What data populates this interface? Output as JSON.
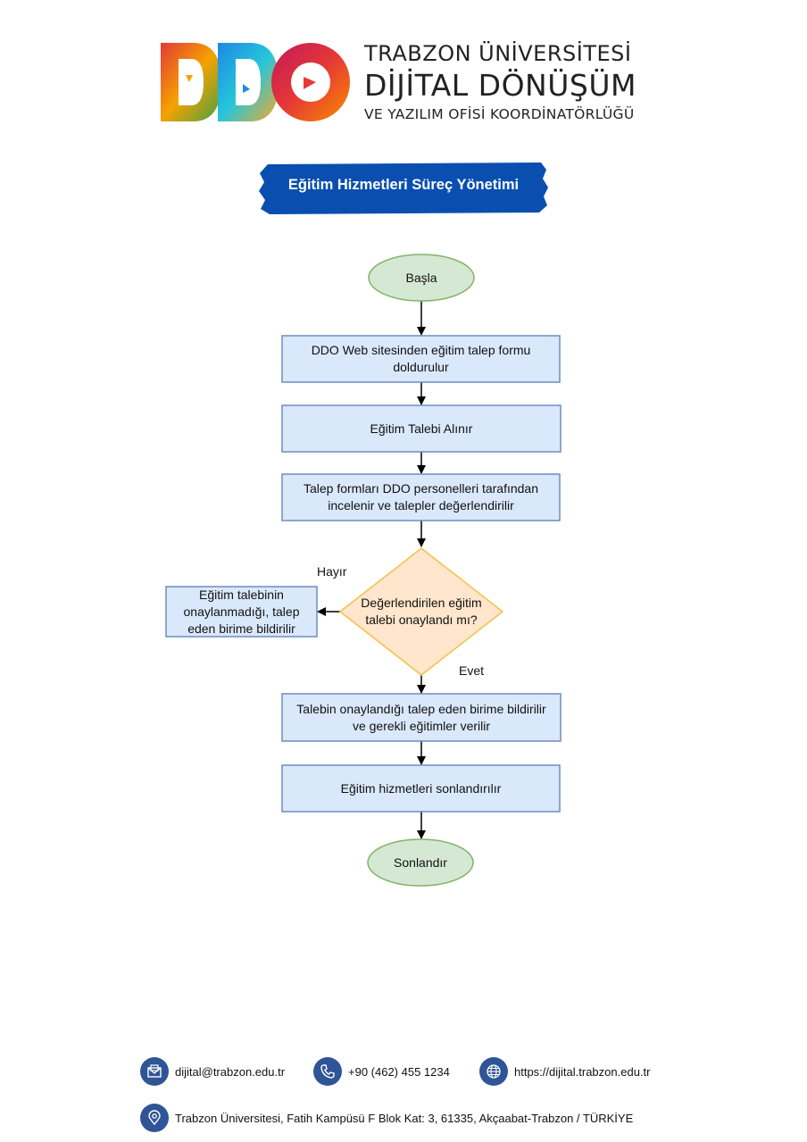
{
  "header": {
    "logo_text": "DDO",
    "line1": "TRABZON ÜNİVERSİTESİ",
    "line2": "DİJİTAL DÖNÜŞÜM",
    "line3": "VE YAZILIM OFİSİ KOORDİNATÖRLÜĞÜ"
  },
  "title": "Eğitim Hizmetleri Süreç Yönetimi",
  "colors": {
    "banner_blue": "#0a4fb0",
    "terminal_fill": "#d5e8d4",
    "terminal_stroke": "#82b366",
    "process_fill": "#dae8fc",
    "process_stroke": "#6c8ebf",
    "decision_fill": "#ffe6cc",
    "decision_stroke": "#f5c04a",
    "footer_icon": "#2f5597"
  },
  "flow": {
    "start": "Başla",
    "step1": "DDO Web sitesinden eğitim talep formu doldurulur",
    "step2": "Eğitim Talebi Alınır",
    "step3": "Talep formları DDO personelleri tarafından incelenir ve talepler değerlendirilir",
    "decision": "Değerlendirilen eğitim talebi onaylandı mı?",
    "no_label": "Hayır",
    "yes_label": "Evet",
    "rejected": "Eğitim talebinin onaylanmadığı, talep eden birime bildirilir",
    "step4": "Talebin onaylandığı talep eden birime bildirilir ve gerekli eğitimler verilir",
    "step5": "Eğitim hizmetleri sonlandırılır",
    "end": "Sonlandır"
  },
  "footer": {
    "email": "dijital@trabzon.edu.tr",
    "phone": "+90 (462) 455 1234",
    "website": "https://dijital.trabzon.edu.tr",
    "address": "Trabzon Üniversitesi, Fatih Kampüsü F Blok Kat: 3, 61335, Akçaabat-Trabzon / TÜRKİYE",
    "icons": [
      "email-icon",
      "phone-icon",
      "globe-icon",
      "location-icon"
    ]
  }
}
